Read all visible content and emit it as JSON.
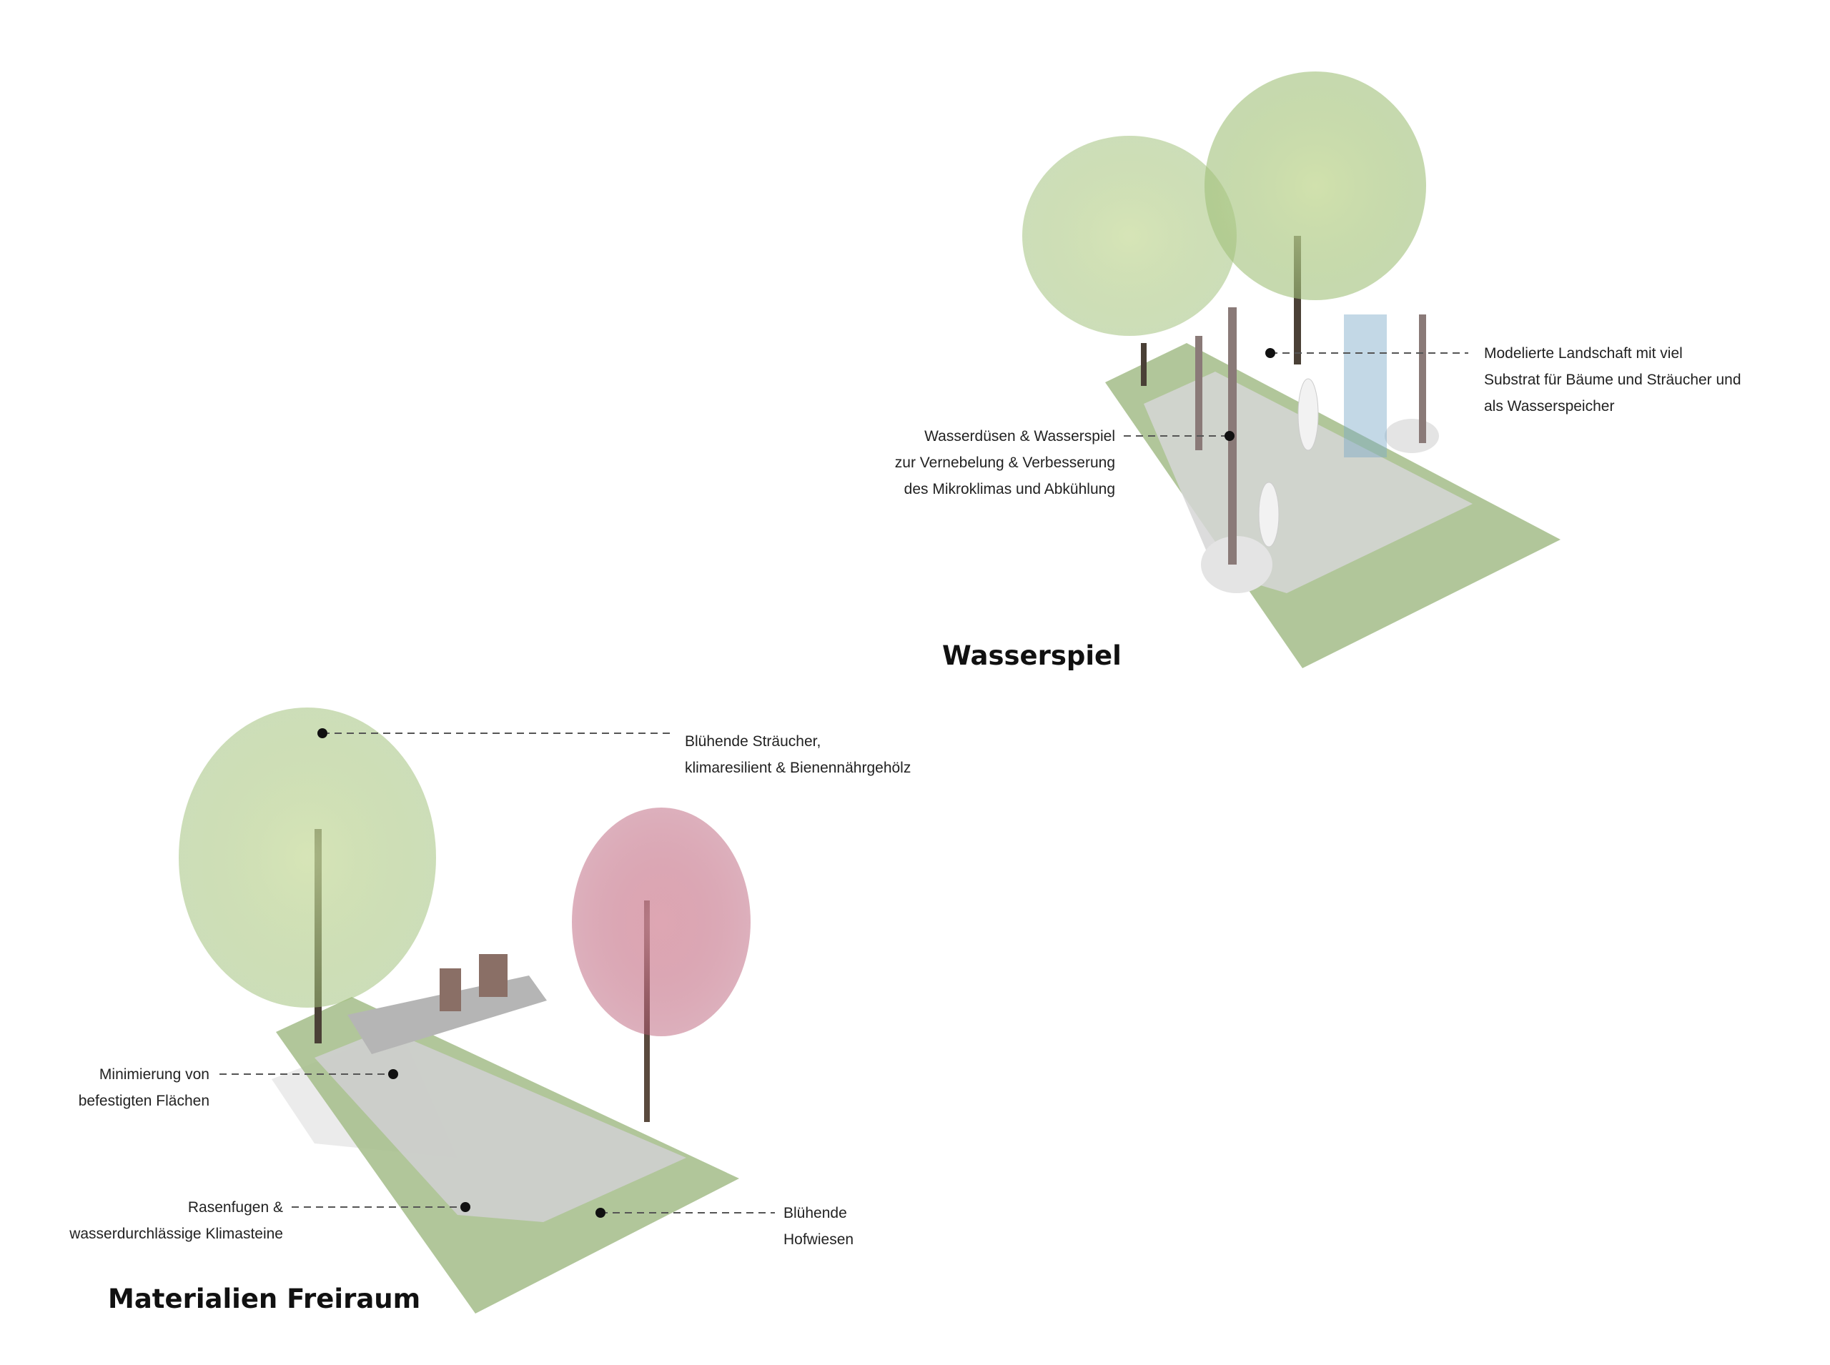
{
  "sections": {
    "wasserspiel": {
      "title": "Wasserspiel",
      "labels": [
        {
          "lines": [
            "Modelierte Landschaft mit viel",
            "Substrat für Bäume und Sträucher und",
            "als Wasserspeicher"
          ]
        },
        {
          "lines": [
            "Wasserdüsen & Wasserspiel",
            "zur Vernebelung & Verbesserung",
            "des Mikroklimas und Abkühlung"
          ]
        }
      ]
    },
    "materialien": {
      "title": "Materialien Freiraum",
      "labels": [
        {
          "lines": [
            "Blühende Sträucher,",
            "klimaresilient & Bienennährgehölz"
          ]
        },
        {
          "lines": [
            "Minimierung von",
            "befestigten Flächen"
          ]
        },
        {
          "lines": [
            "Rasenfugen &",
            "wasserdurchlässige Klimasteine"
          ]
        },
        {
          "lines": [
            "Blühende",
            "Hofwiesen"
          ]
        }
      ]
    }
  },
  "colors": {
    "grass": "#a9c08f",
    "paving": "#d6d6d6",
    "tree_green": "#b6d08a",
    "tree_pink": "#c97a8c",
    "pole": "#8a7a78"
  }
}
